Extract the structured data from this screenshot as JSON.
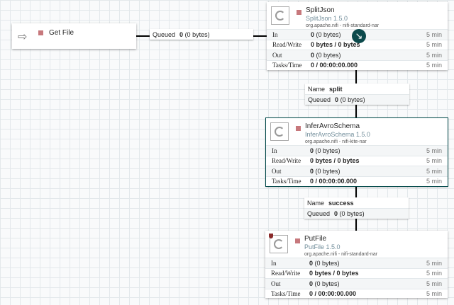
{
  "get_file": {
    "name": "Get File"
  },
  "conn1": {
    "queued_label": "Queued",
    "queued_value": "0",
    "queued_bytes": "(0 bytes)"
  },
  "conn2": {
    "name_label": "Name",
    "name": "split",
    "queued_label": "Queued",
    "queued_value": "0",
    "queued_bytes": "(0 bytes)"
  },
  "conn3": {
    "name_label": "Name",
    "name": "success",
    "queued_label": "Queued",
    "queued_value": "0",
    "queued_bytes": "(0 bytes)"
  },
  "processors": [
    {
      "name": "SplitJson",
      "type": "SplitJson 1.5.0",
      "bundle": "org.apache.nifi - nifi-standard-nar",
      "rows": [
        {
          "label": "In",
          "value": "0",
          "extra": "(0 bytes)",
          "time": "5 min"
        },
        {
          "label": "Read/Write",
          "value": "0 bytes / 0 bytes",
          "extra": "",
          "time": "5 min"
        },
        {
          "label": "Out",
          "value": "0",
          "extra": "(0 bytes)",
          "time": "5 min"
        },
        {
          "label": "Tasks/Time",
          "value": "0 / 00:00:00.000",
          "extra": "",
          "time": "5 min"
        }
      ]
    },
    {
      "name": "InferAvroSchema",
      "type": "InferAvroSchema 1.5.0",
      "bundle": "org.apache.nifi - nifi-kite-nar",
      "rows": [
        {
          "label": "In",
          "value": "0",
          "extra": "(0 bytes)",
          "time": "5 min"
        },
        {
          "label": "Read/Write",
          "value": "0 bytes / 0 bytes",
          "extra": "",
          "time": "5 min"
        },
        {
          "label": "Out",
          "value": "0",
          "extra": "(0 bytes)",
          "time": "5 min"
        },
        {
          "label": "Tasks/Time",
          "value": "0 / 00:00:00.000",
          "extra": "",
          "time": "5 min"
        }
      ]
    },
    {
      "name": "PutFile",
      "type": "PutFile 1.5.0",
      "bundle": "org.apache.nifi - nifi-standard-nar",
      "rows": [
        {
          "label": "In",
          "value": "0",
          "extra": "(0 bytes)",
          "time": "5 min"
        },
        {
          "label": "Read/Write",
          "value": "0 bytes / 0 bytes",
          "extra": "",
          "time": "5 min"
        },
        {
          "label": "Out",
          "value": "0",
          "extra": "(0 bytes)",
          "time": "5 min"
        },
        {
          "label": "Tasks/Time",
          "value": "0 / 00:00:00.000",
          "extra": "",
          "time": "5 min"
        }
      ]
    }
  ]
}
